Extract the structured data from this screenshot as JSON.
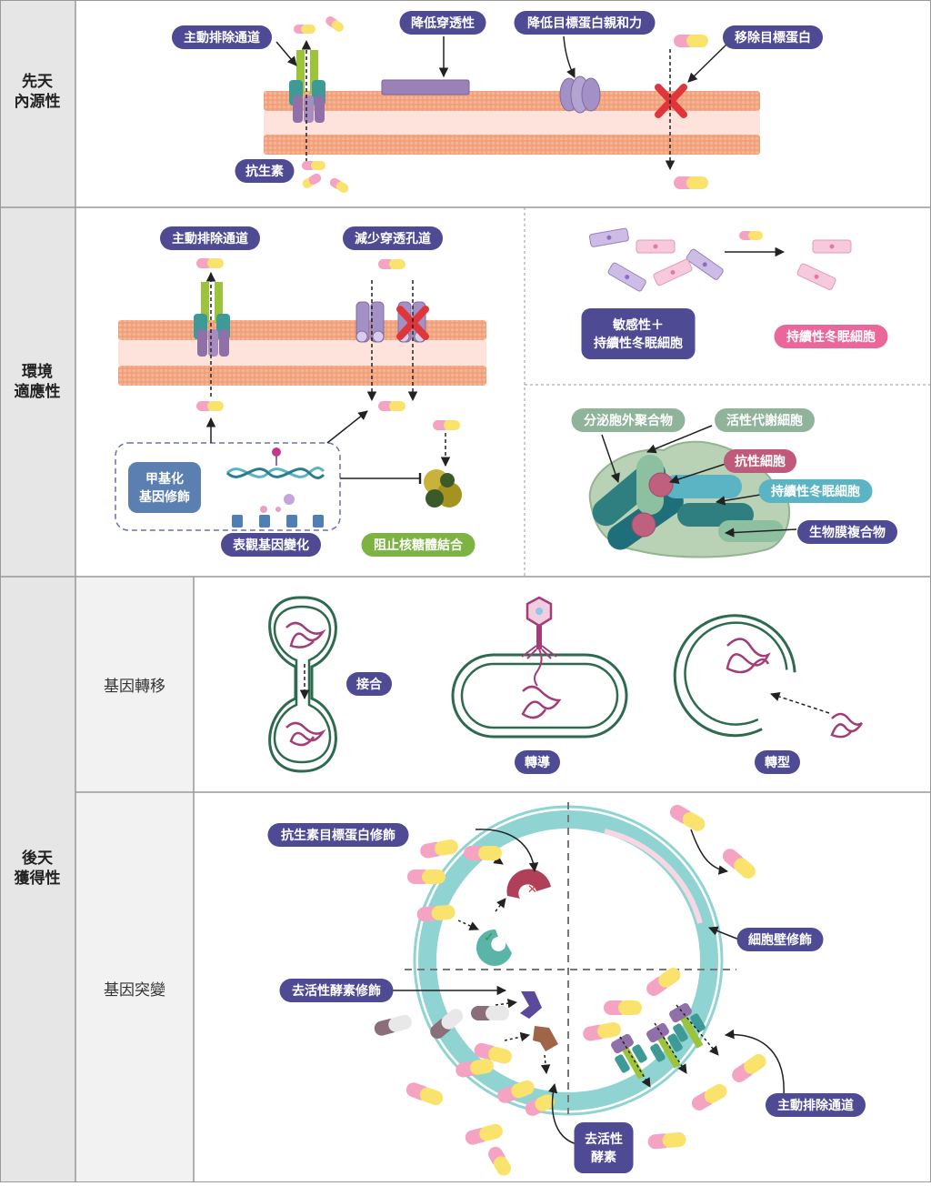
{
  "colors": {
    "label_purple": "#4e4a94",
    "label_pink": "#e9679a",
    "label_green": "#7cb342",
    "label_teal": "#5ab4c4",
    "label_sage": "#8fb49a",
    "label_rose": "#c05a7a",
    "label_slate": "#5b7fb0",
    "membrane_orange": "#f3a27d",
    "membrane_inner": "#fde3dc",
    "cell_green": "#2e6b4e",
    "grid": "#999999",
    "row_bg": "#e6e6e6",
    "sub_bg": "#f2f2f2"
  },
  "rows": {
    "innate": "先天\n內源性",
    "adaptive": "環境\n適應性",
    "acquired": "後天\n獲得性"
  },
  "subrows": {
    "gene_transfer": "基因轉移",
    "gene_mutation": "基因突變"
  },
  "innate": {
    "efflux": "主動排除通道",
    "reduce_permeability": "降低穿透性",
    "reduce_affinity": "降低目標蛋白親和力",
    "remove_target": "移除目標蛋白",
    "antibiotic": "抗生素"
  },
  "adaptive": {
    "efflux": "主動排除通道",
    "reduce_porin": "減少穿透孔道",
    "methylation": "甲基化\n基因修飾",
    "epigenetic": "表觀基因變化",
    "block_ribosome": "阻止核糖體結合",
    "sensitive_persister": "敏感性＋\n持續性冬眠細胞",
    "persister": "持續性冬眠細胞",
    "eps": "分泌胞外聚合物",
    "active_cell": "活性代謝細胞",
    "resistant_cell": "抗性細胞",
    "persister_cell": "持續性冬眠細胞",
    "biofilm": "生物膜複合物"
  },
  "transfer": {
    "conjugation": "接合",
    "transduction": "轉導",
    "transformation": "轉型"
  },
  "mutation": {
    "target_modification": "抗生素目標蛋白修飾",
    "cell_wall": "細胞壁修飾",
    "enzyme_modification": "去活性酵素修飾",
    "inactivating_enzyme": "去活性\n酵素",
    "efflux": "主動排除通道"
  }
}
